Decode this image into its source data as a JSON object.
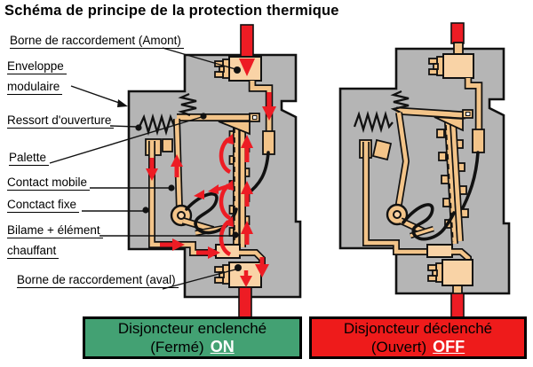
{
  "title": "Schéma de principe de la protection thermique",
  "callouts": {
    "amont": "Borne de raccordement (Amont)",
    "enveloppe_1": "Enveloppe",
    "enveloppe_2": "modulaire",
    "ressort": "Ressort d'ouverture",
    "palette": "Palette",
    "contact_mobile": "Contact mobile",
    "contact_fixe": "Conctact fixe",
    "bilame_1": "Bilame + élément",
    "bilame_2": "chauffant",
    "aval": "Borne de raccordement (aval)"
  },
  "banners": {
    "on": {
      "line1": "Disjoncteur enclenché",
      "state_prefix": "(Fermé)",
      "state": "ON",
      "bg": "#43A173"
    },
    "off": {
      "line1": "Disjoncteur déclenché",
      "state_prefix": "(Ouvert)",
      "state": "OFF",
      "bg": "#EE1B1B"
    }
  },
  "colors": {
    "housing": "#B5B5B5",
    "component": "#F3C489",
    "component_light": "#F9D3A6",
    "current": "#ED1C24",
    "banner_on": "#43A173",
    "banner_off": "#EE1B1B"
  }
}
